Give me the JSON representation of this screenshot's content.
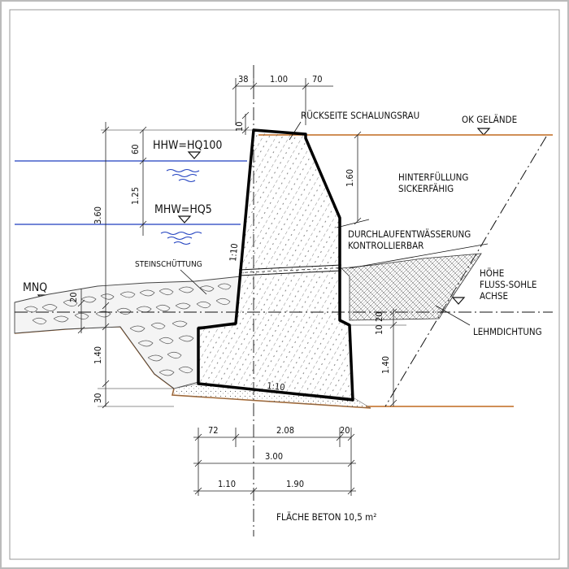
{
  "colors": {
    "water": "#1f3fbf",
    "ground": "#c06a1e",
    "structure": "#000000",
    "dimension": "#222222"
  },
  "levels": {
    "hhw": "HHW=HQ100",
    "mhw": "MHW=HQ5",
    "mnq": "MNQ",
    "ok_gelaende": "OK GELÄNDE"
  },
  "notes": {
    "schalung": "RÜCKSEITE SCHALUNGSRAU",
    "hinterfuellung_1": "HINTERFÜLLUNG",
    "hinterfuellung_2": "SICKERFÄHIG",
    "entwaesserung_1": "DURCHLAUFENTWÄSSERUNG",
    "entwaesserung_2": "KONTROLLIERBAR",
    "steinschuettung": "STEINSCHÜTTUNG",
    "sohle_1": "HÖHE",
    "sohle_2": "FLUSS-SOHLE",
    "sohle_3": "ACHSE",
    "lehm": "LEHMDICHTUNG",
    "flaeche": "FLÄCHE BETON 10,5 m²",
    "slope_wall": "1:10",
    "slope_base": "1:10"
  },
  "dims": {
    "top_38": "38",
    "top_100": "1.00",
    "top_70": "70",
    "top_10": "10",
    "left_60": "60",
    "left_125": "1.25",
    "left_360": "3.60",
    "left_20": "20",
    "left_140": "1.40",
    "left_30": "30",
    "right_160": "1.60",
    "right_10": "10",
    "right_20": "20",
    "right_140": "1.40",
    "bot_72": "72",
    "bot_208": "2.08",
    "bot_20": "20",
    "bot_300": "3.00",
    "bot_110": "1.10",
    "bot_190": "1.90"
  }
}
